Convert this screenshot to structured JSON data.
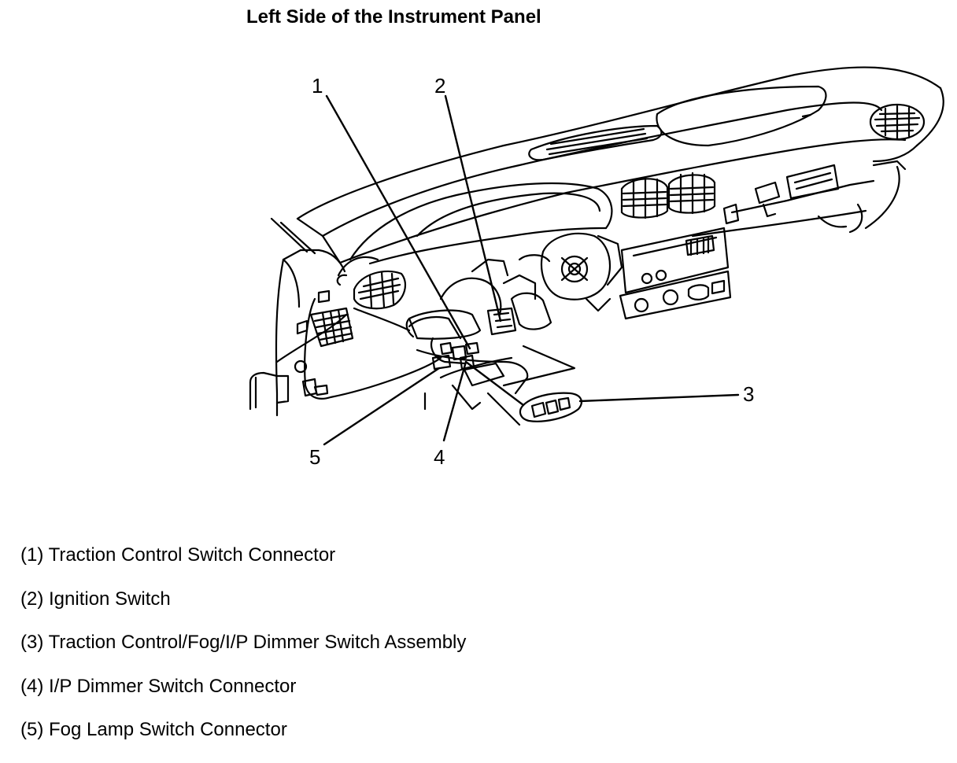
{
  "title": "Left Side of the Instrument Panel",
  "callouts": [
    {
      "number": "1",
      "target": "traction-control-switch-connector"
    },
    {
      "number": "2",
      "target": "ignition-switch"
    },
    {
      "number": "3",
      "target": "switch-assembly"
    },
    {
      "number": "4",
      "target": "ip-dimmer-switch-connector"
    },
    {
      "number": "5",
      "target": "fog-lamp-switch-connector"
    }
  ],
  "legend": [
    "(1) Traction Control Switch Connector",
    "(2) Ignition Switch",
    "(3) Traction Control/Fog/I/P Dimmer Switch Assembly",
    "(4) I/P Dimmer Switch Connector",
    "(5) Fog Lamp Switch Connector"
  ],
  "colors": {
    "line": "#000000",
    "background": "#ffffff"
  }
}
